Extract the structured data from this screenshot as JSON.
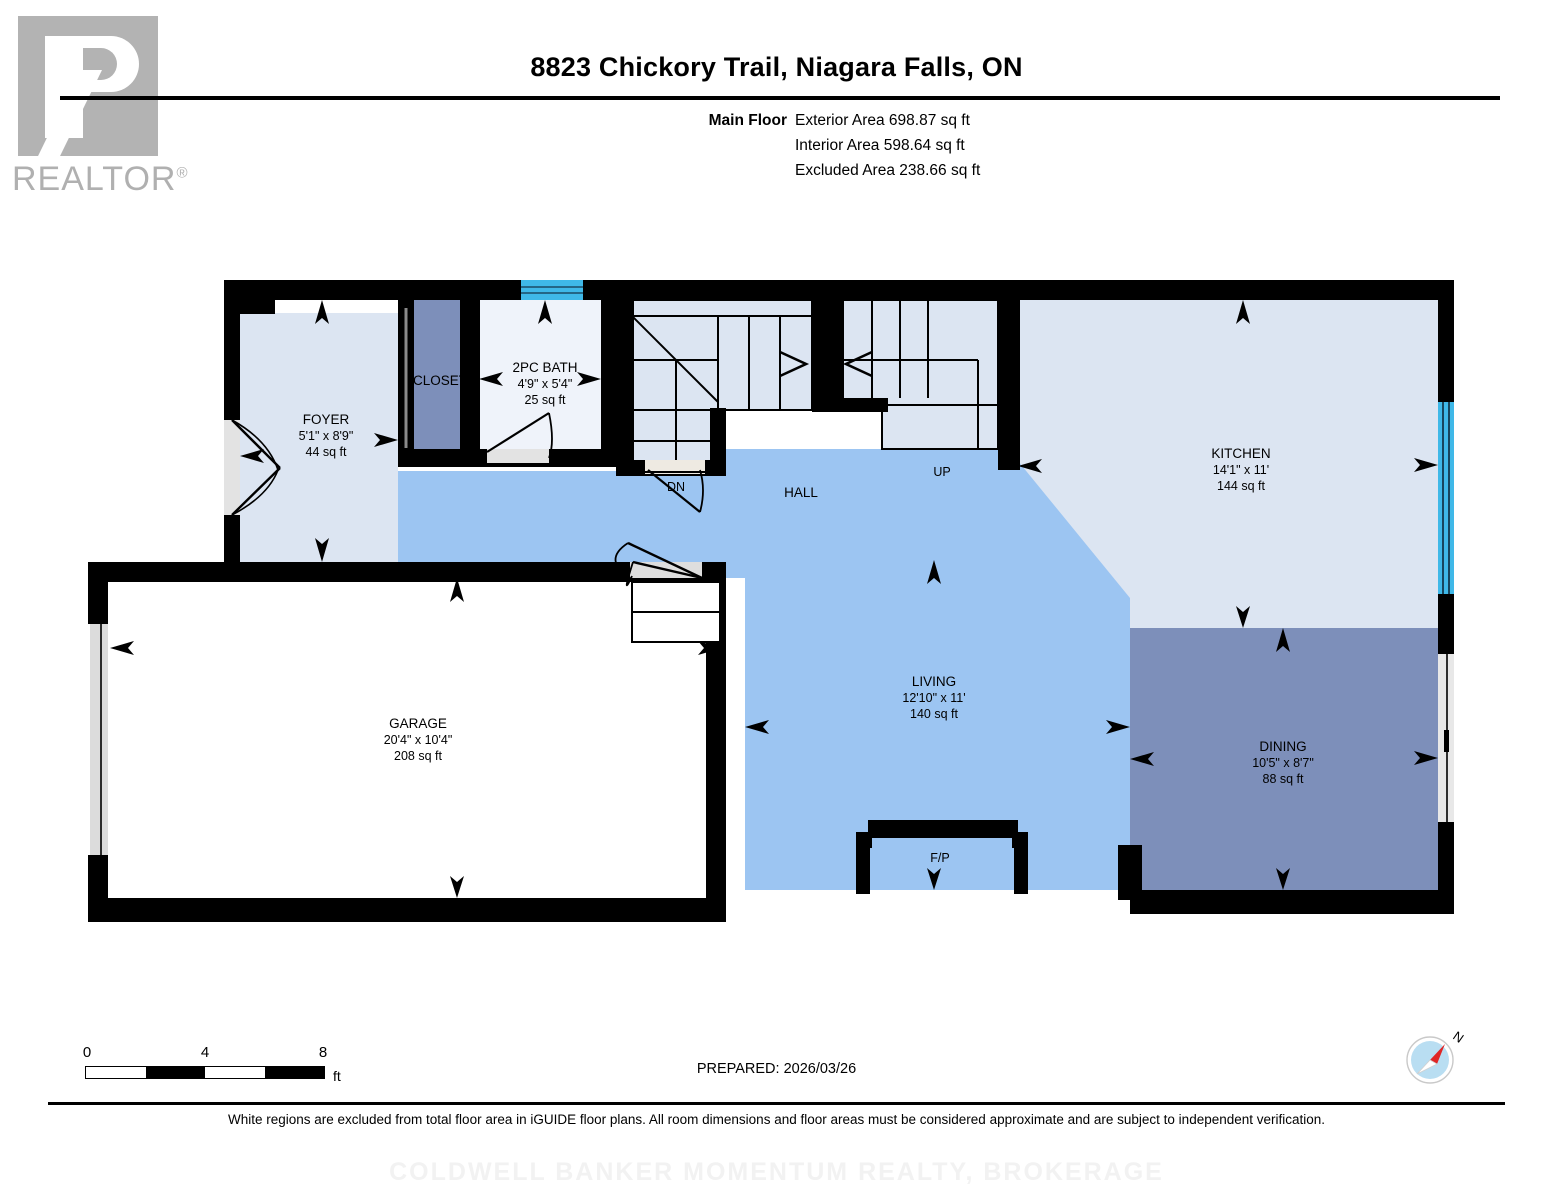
{
  "logo": {
    "brand": "REALTOR",
    "registered": "®"
  },
  "header": {
    "title": "8823 Chickory Trail, Niagara Falls, ON",
    "floor_label": "Main Floor",
    "areas": [
      "Exterior Area 698.87 sq ft",
      "Interior Area 598.64 sq ft",
      "Excluded Area 238.66 sq ft"
    ]
  },
  "rooms": [
    {
      "key": "foyer",
      "name": "FOYER",
      "dims": "5'1\" x 8'9\"",
      "area": "44 sq ft",
      "fill": "#dce5f2"
    },
    {
      "key": "closet",
      "name": "CLOSET",
      "dims": "",
      "area": "",
      "fill": "#7d8fba"
    },
    {
      "key": "bath",
      "name": "2PC BATH",
      "dims": "4'9\" x 5'4\"",
      "area": "25 sq ft",
      "fill": "#eff3fa"
    },
    {
      "key": "hall",
      "name": "HALL",
      "dims": "",
      "area": "",
      "fill": "#9cc5f2"
    },
    {
      "key": "kitchen",
      "name": "KITCHEN",
      "dims": "14'1\" x 11'",
      "area": "144 sq ft",
      "fill": "#dce5f2"
    },
    {
      "key": "living",
      "name": "LIVING",
      "dims": "12'10\" x 11'",
      "area": "140 sq ft",
      "fill": "#9cc5f2"
    },
    {
      "key": "dining",
      "name": "DINING",
      "dims": "10'5\" x 8'7\"",
      "area": "88 sq ft",
      "fill": "#7d8fba"
    },
    {
      "key": "garage",
      "name": "GARAGE",
      "dims": "20'4\" x 10'4\"",
      "area": "208 sq ft",
      "fill": "#ffffff"
    }
  ],
  "markers": {
    "stair_down": "DN",
    "stair_up": "UP",
    "fireplace": "F/P"
  },
  "scale": {
    "ticks": [
      "0",
      "4",
      "8"
    ],
    "unit": "ft"
  },
  "compass": {
    "north_label": "N"
  },
  "footer": {
    "prepared": "PREPARED: 2026/03/26",
    "disclaimer": "White regions are excluded from total floor area in iGUIDE floor plans. All room dimensions and floor areas must be considered approximate and are subject to independent verification.",
    "watermark": "COLDWELL BANKER MOMENTUM REALTY, BROKERAGE"
  },
  "colors": {
    "wall": "#000000",
    "window_accent": "#3fb8e8",
    "door_gray": "#d9d9d9",
    "stair_fill": "#dce5f2"
  }
}
